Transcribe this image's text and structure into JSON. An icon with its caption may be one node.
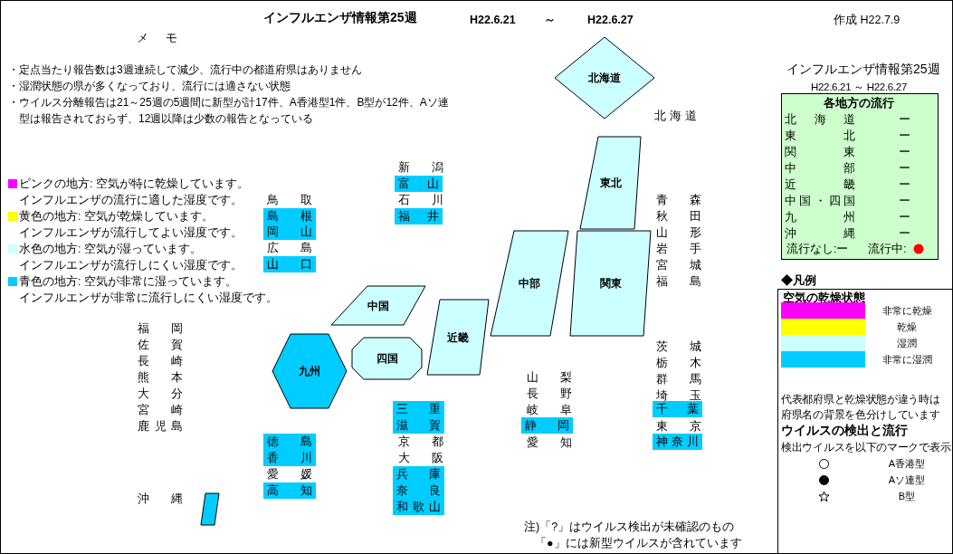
{
  "diagram": {
    "title": "インフルエンザ情報第25週",
    "nodes": [
      {
        "text": [
          "北海道"
        ],
        "beside": [
          "北海道"
        ]
      },
      {
        "text": [
          "東北"
        ]
      },
      {
        "text": [
          "富山"
        ]
      },
      {
        "text": [
          "福井"
        ]
      },
      {
        "text": [
          "島根"
        ]
      },
      {
        "text": [
          "岡山"
        ]
      },
      {
        "text": [
          "山口"
        ]
      },
      {
        "text": [
          "中部"
        ]
      },
      {
        "text": [
          "関東"
        ]
      },
      {
        "text": [
          "中国"
        ]
      },
      {
        "text": [
          "近畿"
        ]
      },
      {
        "text": [
          "四国"
        ]
      },
      {
        "text": [
          "九州"
        ]
      },
      {
        "text": [
          "三重"
        ]
      },
      {
        "text": [
          "滋賀"
        ]
      },
      {
        "text": [
          "千葉"
        ]
      },
      {
        "text": [
          "静岡"
        ]
      },
      {
        "text": [
          "神奈川"
        ]
      },
      {
        "text": [
          "徳島"
        ]
      },
      {
        "text": [
          "香川"
        ]
      },
      {
        "text": [
          "兵庫"
        ]
      },
      {
        "text": [
          "奈良"
        ]
      },
      {
        "text": [
          "和歌山"
        ]
      },
      {
        "text": [
          "高知"
        ]
      },
      {
        "text": [],
        "shape": "box"
      }
    ],
    "labels": [
      "H22.6.21",
      "～",
      "H22.6.27",
      "作成 H22.7.9",
      "メモ",
      "・定点当たり報告数は3週連続して減少、流行中の都道府県はありません",
      "・湿潤状態の県が多くなっており、流行には適さない状態",
      "・ウイルス分離報告は21～25週の5週間に新型が計17件、A香港型1件、B型が12件、Aソ連型は報告されておらず、12週以降は少数の報告となっている",
      "インフルエンザ情報第25週",
      "H22.6.21 ～ H22.6.27",
      "各地方の流行",
      "北海道",
      "ー",
      "東北",
      "ー",
      "関東",
      "ー",
      "中部",
      "ー",
      "近畿",
      "ー",
      "中国・四国",
      "ー",
      "九州",
      "ー",
      "沖縄",
      "ー",
      "流行なし:ー",
      "流行中:",
      "インフルエンザの流行に適した湿度です。",
      "インフルエンザが流行してよい湿度です。",
      "インフルエンザが流行しにくい湿度です。",
      "インフルエンザが非常に流行しにくい湿度です。",
      "新潟",
      "石川",
      "鳥取",
      "広島",
      "青森",
      "秋田",
      "山形",
      "岩手",
      "宮城",
      "福島",
      "福岡",
      "佐賀",
      "長崎",
      "熊本",
      "大分",
      "宮崎",
      "鹿児島",
      "沖縄",
      "茨城",
      "栃木",
      "群馬",
      "埼玉",
      "東京",
      "山梨",
      "長野",
      "岐阜",
      "愛知",
      "京都",
      "大阪",
      "愛媛",
      "◆凡例",
      "空気の乾燥状態",
      "代表都府県と乾燥状態が違う時は",
      "府県名の背景を色分けしています",
      "ウイルスの検出と流行",
      "検出ウイルスを以下のマークで表示",
      "注)「?」はウイルス検出が未確認のもの",
      "「●」には新型ウイルスが含れています"
    ],
    "legend": [
      {
        "text": "ピンクの地方: 空気が特に乾燥しています。",
        "color": "#ff00ff"
      },
      {
        "text": "黄色の地方: 空気が乾燥しています。",
        "color": "#ffff00"
      },
      {
        "text": "水色の地方: 空気が湿っています。",
        "color": "#ccffff"
      },
      {
        "text": "青色の地方: 空気が非常に湿っています。",
        "color": "#00ccff"
      },
      {
        "text": "非常に乾燥",
        "color": "#ff00ff"
      },
      {
        "text": "乾燥",
        "color": "#ffff00"
      },
      {
        "text": "湿潤",
        "color": "#ccffff"
      },
      {
        "text": "非常に湿潤",
        "color": "#00ccff"
      },
      {
        "text": "A香港型"
      },
      {
        "text": "Aソ連型"
      },
      {
        "text": "B型"
      }
    ]
  }
}
